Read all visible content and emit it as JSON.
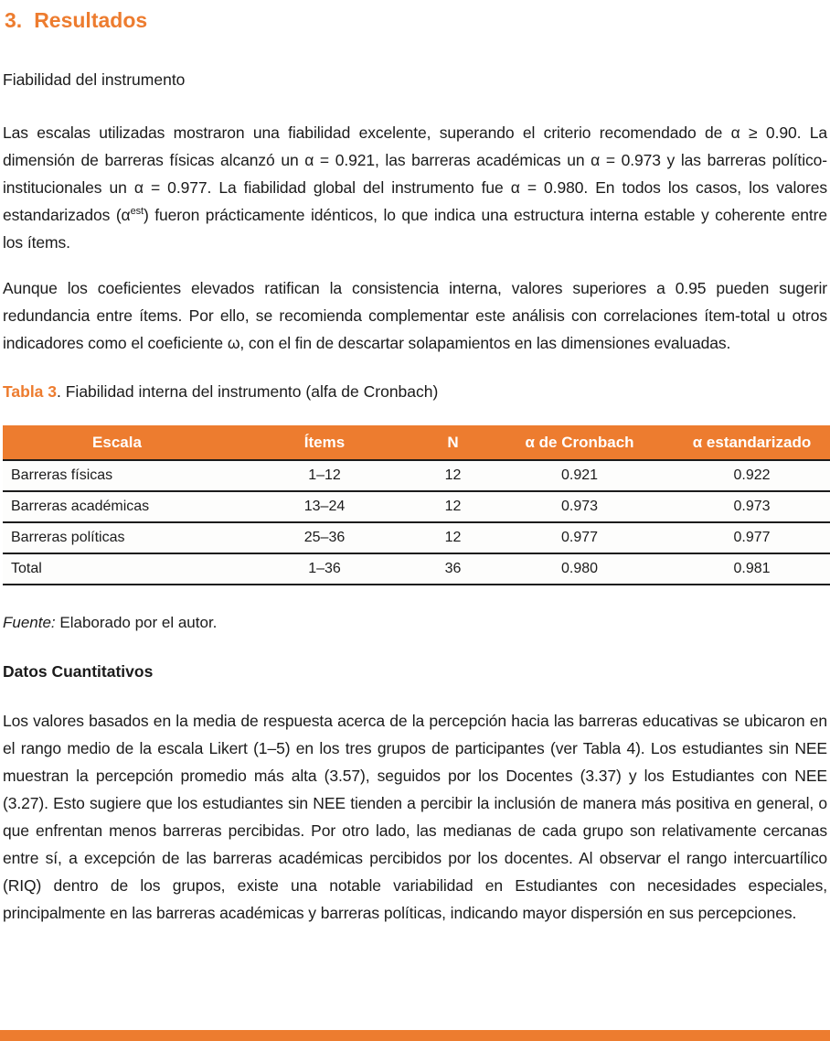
{
  "accent_color": "#ED7C2F",
  "heading": {
    "number": "3.",
    "title": "Resultados"
  },
  "subheading_fiabilidad": "Fiabilidad del instrumento",
  "paragraph_fiabilidad": {
    "before_sup": "Las escalas utilizadas mostraron una fiabilidad excelente, superando el criterio recomendado de α ≥ 0.90. La dimensión de barreras físicas alcanzó un α = 0.921, las barreras académicas un α = 0.973 y las barreras político-institucionales un α = 0.977. La fiabilidad global del instrumento fue α = 0.980. En todos los casos, los valores estandarizados (α",
    "sup": "est",
    "after_sup": ") fueron prácticamente idénticos, lo que indica una estructura interna estable y coherente entre los ítems."
  },
  "paragraph_consistencia": "Aunque los coeficientes elevados ratifican la consistencia interna, valores superiores a 0.95 pueden sugerir redundancia entre ítems. Por ello, se recomienda complementar este análisis con correlaciones ítem-total u otros indicadores como el coeficiente ω, con el fin de descartar solapamientos en las dimensiones evaluadas.",
  "table_caption": {
    "label": "Tabla 3",
    "text": ". Fiabilidad interna del instrumento (alfa de Cronbach)"
  },
  "table": {
    "headers": [
      "Escala",
      "Ítems",
      "N",
      "α de Cronbach",
      "α estandarizado"
    ],
    "rows": [
      [
        "Barreras físicas",
        "1–12",
        "12",
        "0.921",
        "0.922"
      ],
      [
        "Barreras académicas",
        "13–24",
        "12",
        "0.973",
        "0.973"
      ],
      [
        "Barreras políticas",
        "25–36",
        "12",
        "0.977",
        "0.977"
      ],
      [
        "Total",
        "1–36",
        "36",
        "0.980",
        "0.981"
      ]
    ]
  },
  "source_note": {
    "label": "Fuente:",
    "text": " Elaborado por el autor."
  },
  "subheading_datos": "Datos Cuantitativos",
  "paragraph_datos": "Los valores basados en la media de respuesta acerca de la percepción hacia las barreras educativas se ubicaron en el rango medio de la escala Likert (1–5) en los tres grupos de participantes (ver Tabla 4). Los estudiantes sin NEE muestran la percepción promedio más alta (3.57), seguidos por los Docentes (3.37) y los Estudiantes con NEE (3.27). Esto sugiere que los estudiantes sin NEE tienden a percibir la inclusión de manera más positiva en general, o que enfrentan menos barreras percibidas. Por otro lado, las medianas de cada grupo son relativamente cercanas entre sí, a excepción de las barreras académicas percibidos por los docentes. Al observar el rango intercuartílico (RIQ) dentro de los grupos, existe una notable variabilidad en Estudiantes con necesidades especiales, principalmente en las barreras académicas y barreras políticas, indicando mayor dispersión en sus percepciones."
}
